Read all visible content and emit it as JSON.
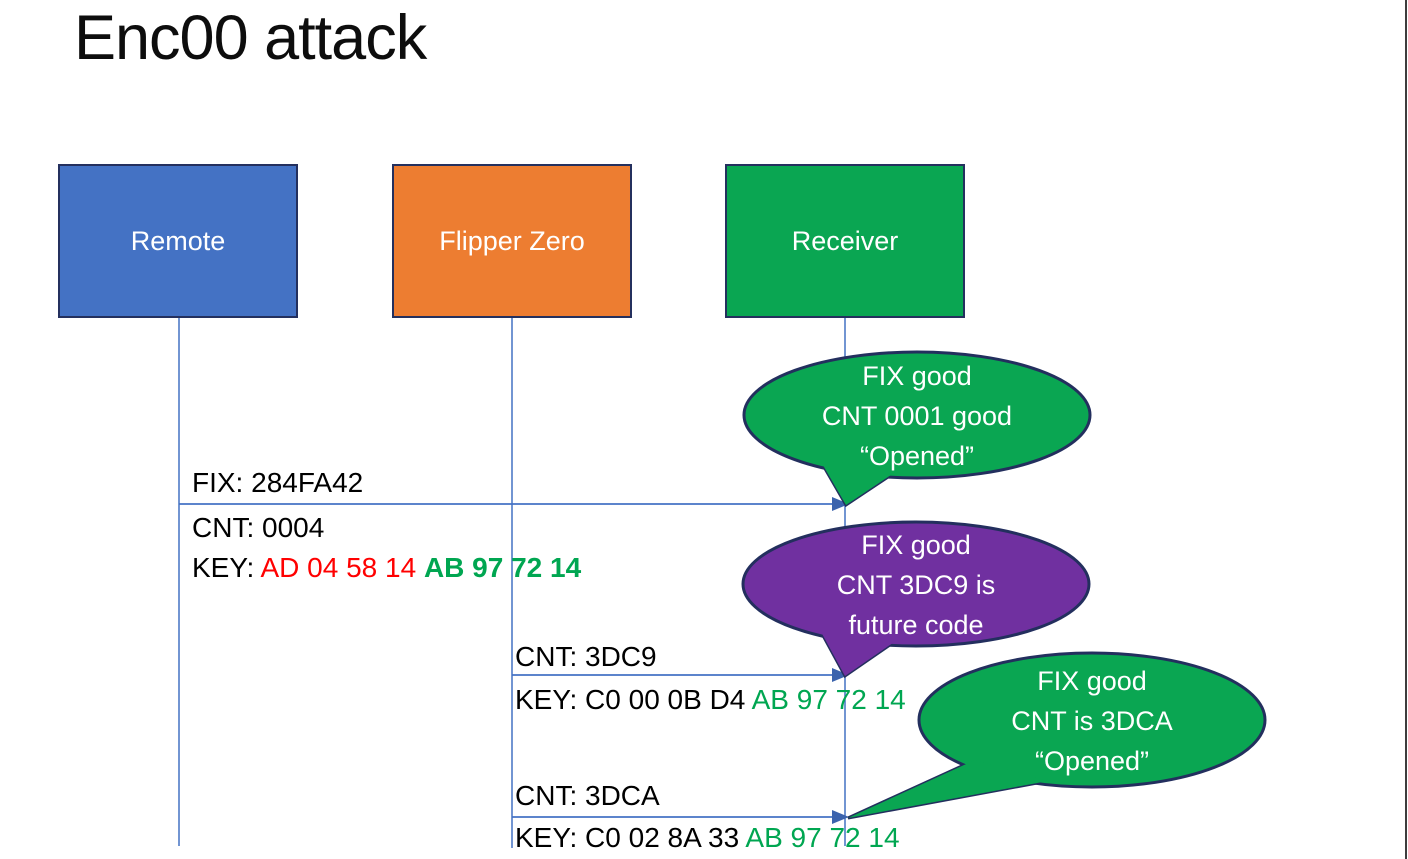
{
  "title": "Enc00 attack",
  "colors": {
    "remote_blue": "#4472C4",
    "flipper_orange": "#ED7D31",
    "receiver_green": "#0AA652",
    "bubble_purple": "#7030A0",
    "arrow_blue": "#4472C4",
    "border_navy": "#24305E",
    "hex_red": "#FF0000",
    "hex_green": "#00A651"
  },
  "actors": [
    {
      "label": "Remote",
      "color": "#4472C4"
    },
    {
      "label": "Flipper Zero",
      "color": "#ED7D31"
    },
    {
      "label": "Receiver",
      "color": "#0AA652"
    }
  ],
  "messages": [
    {
      "from": "Remote",
      "to": "Receiver",
      "line1": "FIX: 284FA42",
      "line2": "CNT: 0004",
      "key_prefix": "KEY: ",
      "key_changed": "AD 04 58 14 ",
      "key_fixed": "AB 97 72 14"
    },
    {
      "from": "Flipper Zero",
      "to": "Receiver",
      "line1": "CNT: 3DC9",
      "key_prefix": "KEY: ",
      "key_changed": "C0 00 0B D4 ",
      "key_fixed": "AB 97 72 14"
    },
    {
      "from": "Flipper Zero",
      "to": "Receiver",
      "line1": "CNT: 3DCA",
      "key_prefix": "KEY: ",
      "key_changed": "C0 02 8A 33 ",
      "key_fixed": "AB 97 72 14"
    }
  ],
  "bubbles": [
    {
      "color": "#0AA652",
      "lines": [
        "FIX good",
        "CNT 0001 good",
        "“Opened”"
      ]
    },
    {
      "color": "#7030A0",
      "lines": [
        "FIX good",
        "CNT 3DC9 is",
        "future code"
      ]
    },
    {
      "color": "#0AA652",
      "lines": [
        "FIX good",
        "CNT is 3DCA",
        "“Opened”"
      ]
    }
  ]
}
